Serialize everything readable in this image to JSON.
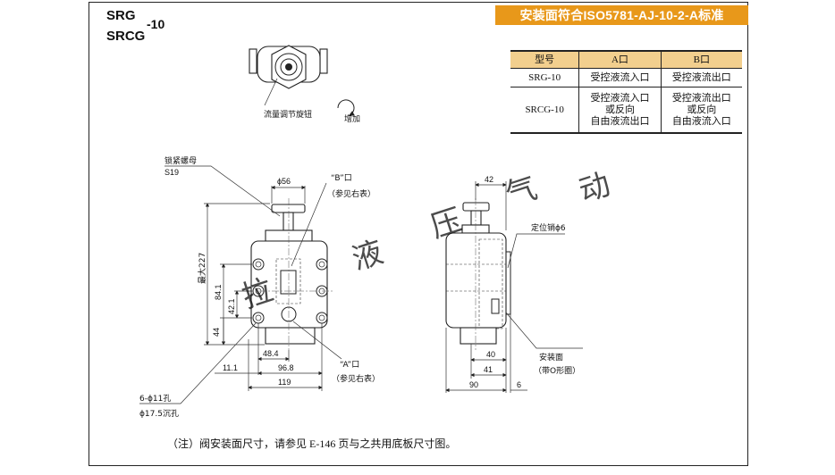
{
  "header": {
    "model_line1": "SRG",
    "model_line2": "SRCG",
    "model_suffix": "-10",
    "standard_banner": "安装面符合ISO5781-AJ-10-2-A标准",
    "banner_color": "#e8981a"
  },
  "port_table": {
    "header_fill": "#f2cf8e",
    "columns": [
      "型号",
      "A口",
      "B口"
    ],
    "rows": [
      {
        "model": "SRG-10",
        "a": "受控液流入口",
        "b": "受控液流出口"
      },
      {
        "model": "SRCG-10",
        "a": [
          "受控液流入口",
          "或反向",
          "自由液流出口"
        ],
        "b": [
          "受控液流出口",
          "或反向",
          "自由液流入口"
        ]
      }
    ]
  },
  "top_view": {
    "knob_label": "流量调节旋钮",
    "increase_label": "增加"
  },
  "front_view": {
    "locknut_label": "锁紧螺母",
    "locknut_size": "S19",
    "dia_dim": "ϕ56",
    "port_b_label": "“B”口",
    "port_b_ref": "（参见右表）",
    "port_a_label": "“A”口",
    "port_a_ref": "（参见右表）",
    "max_height": "最大227",
    "dim_841": "84.1",
    "dim_421": "42.1",
    "dim_44": "44",
    "dim_484": "48.4",
    "dim_968": "96.8",
    "dim_111": "11.1",
    "dim_119": "119",
    "hole_label": "6-ϕ11孔",
    "counterbore_label": "ϕ17.5沉孔"
  },
  "side_view": {
    "dim_42": "42",
    "pin_label": "定位销ϕ6",
    "dim_40": "40",
    "dim_41": "41",
    "dim_90": "90",
    "dim_6": "6",
    "mount_label": "安装面",
    "oring_label": "（带O形圈）"
  },
  "watermark": [
    "拉",
    "液",
    "压",
    "气",
    "动"
  ],
  "footnote": "（注）阀安装面尺寸，请参见 E-146 页与之共用底板尺寸图。"
}
